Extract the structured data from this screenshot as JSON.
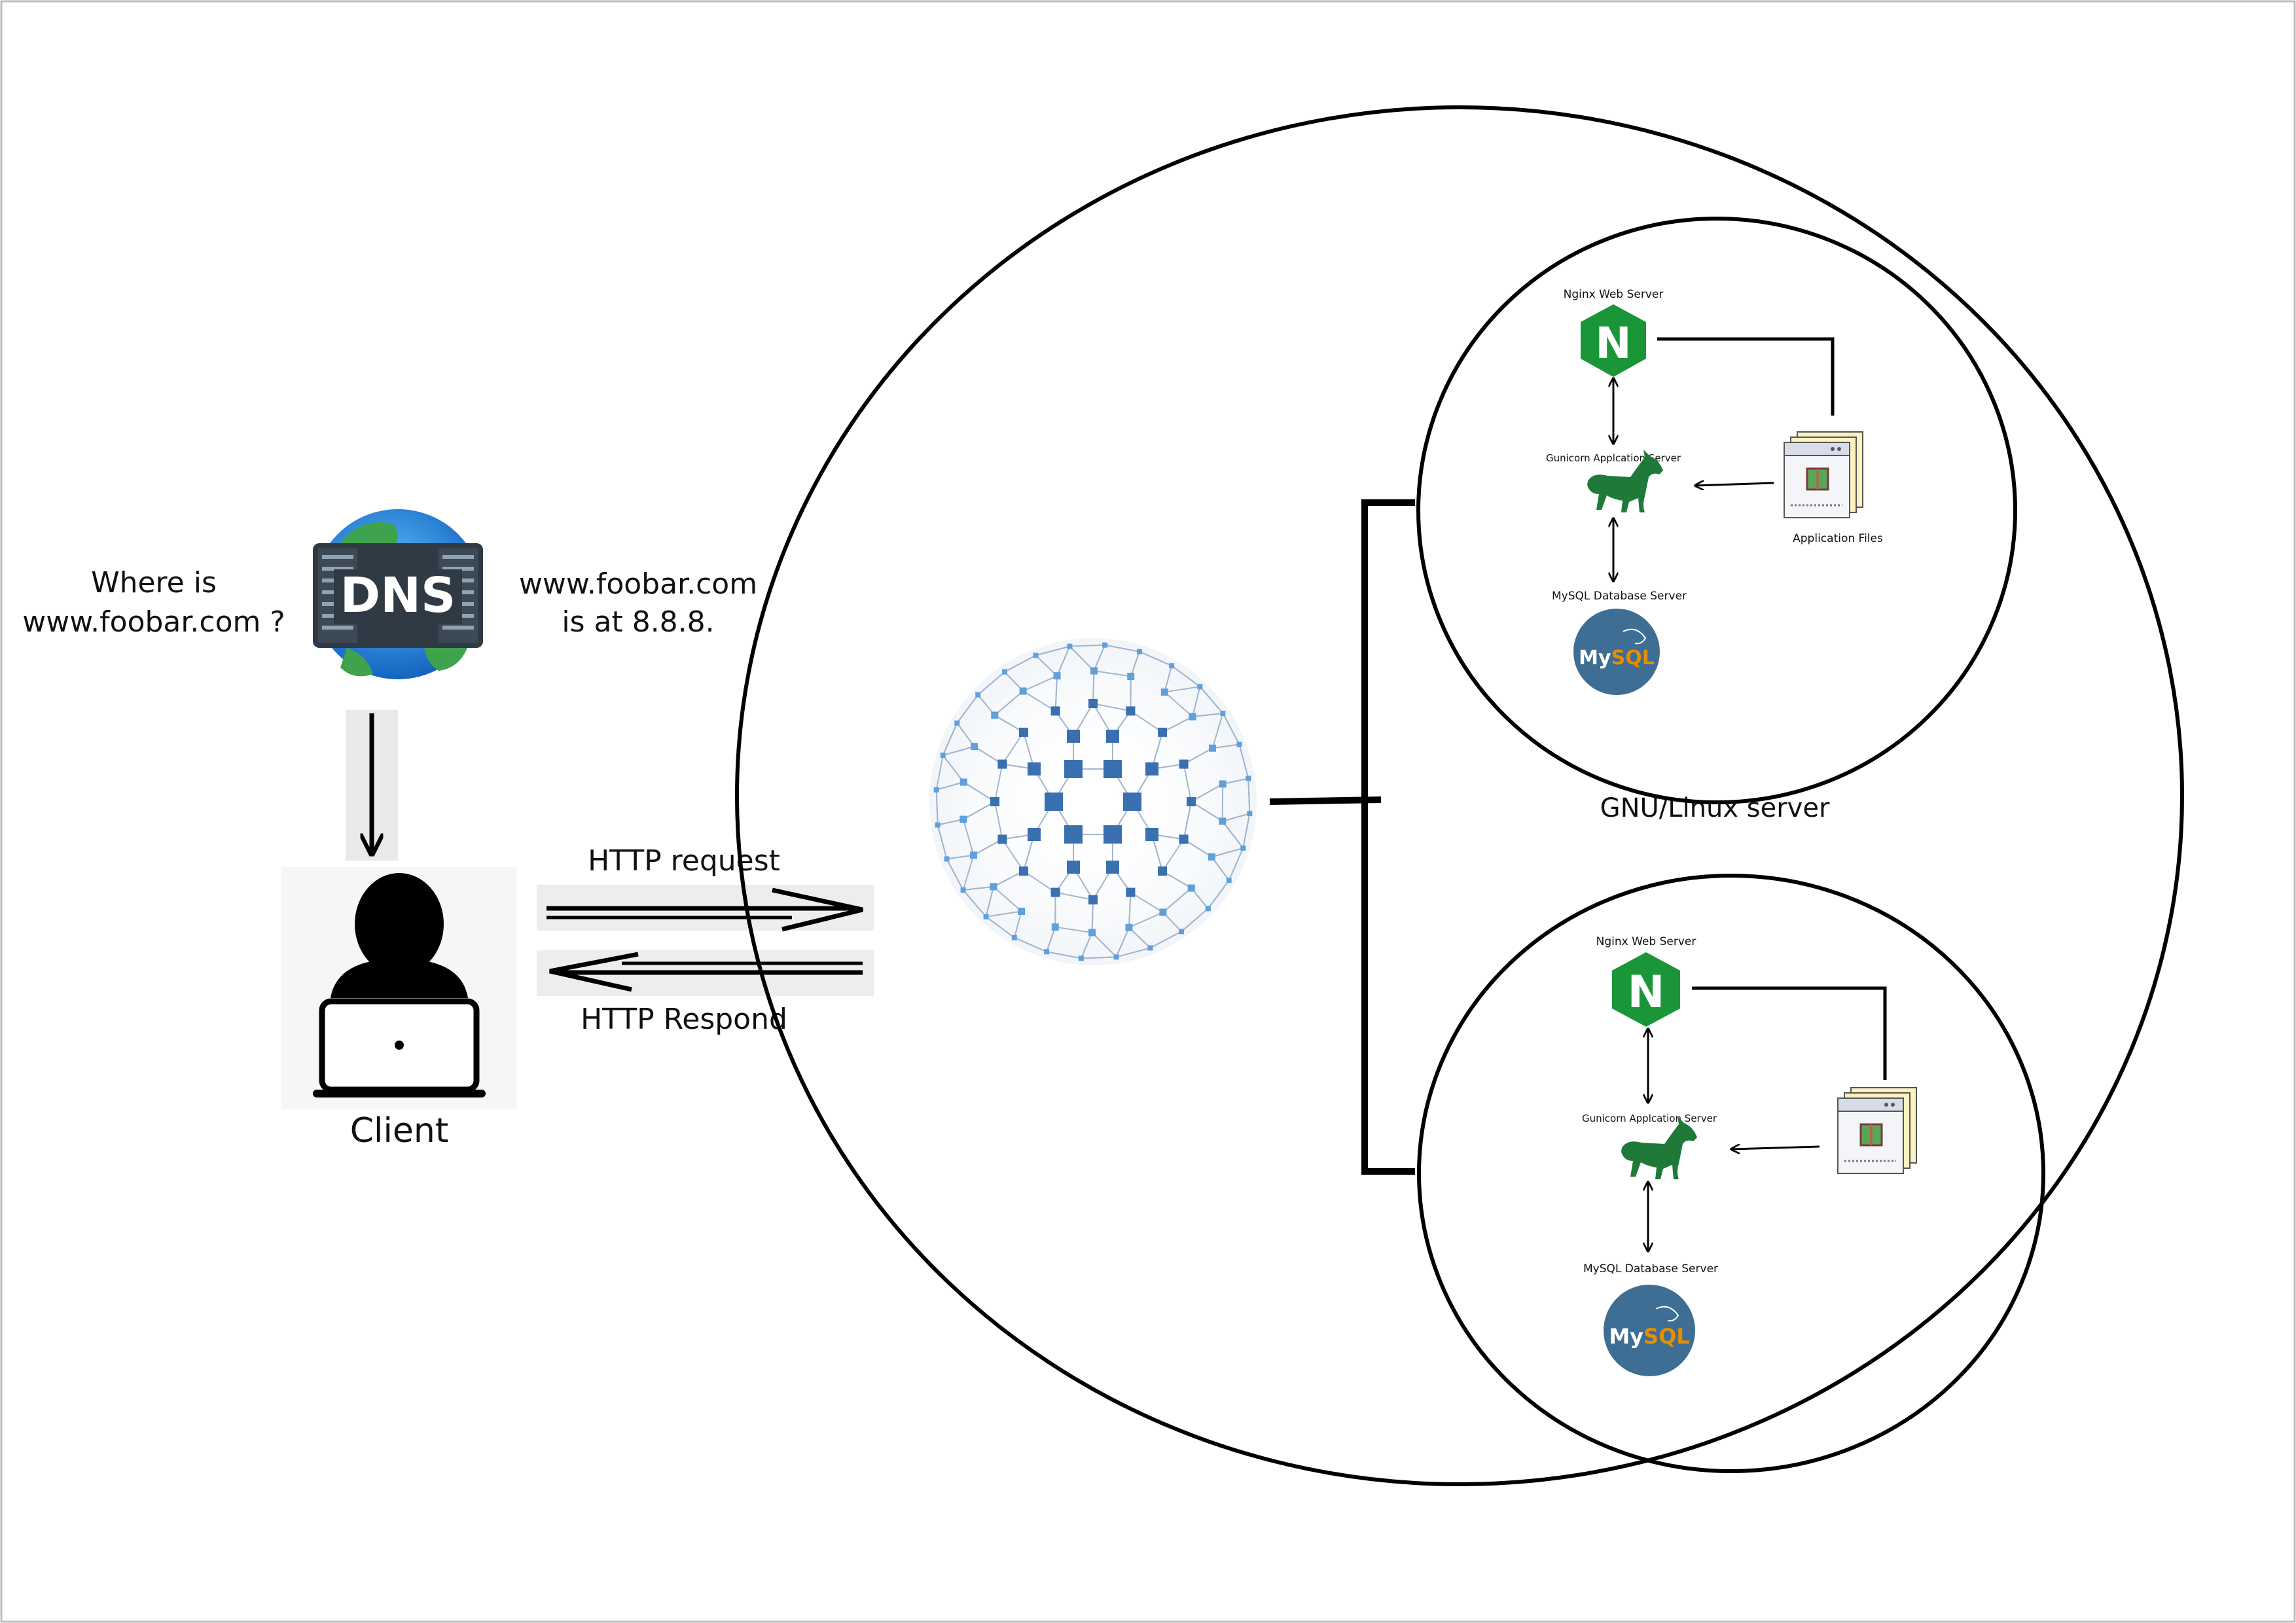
{
  "dns": {
    "question_line1": "Where is",
    "question_line2": "www.foobar.com ?",
    "label": "DNS",
    "answer_line1": "www.foobar.com",
    "answer_line2": "is at 8.8.8."
  },
  "client": {
    "label": "Client"
  },
  "http": {
    "request": "HTTP request",
    "respond": "HTTP Respond"
  },
  "server": {
    "label": "GNU/Linux server"
  },
  "node_top": {
    "nginx_label": "Nginx Web Server",
    "gunicorn_label": "Gunicorn Applcation Server",
    "mysql_label": "MySQL Database Server",
    "files_label": "Application Files"
  },
  "node_bottom": {
    "nginx_label": "Nginx Web Server",
    "gunicorn_label": "Gunicorn Applcation Server",
    "mysql_label": "MySQL Database Server"
  },
  "icons": {
    "nginx_letter": "N",
    "mysql_text_my": "My",
    "mysql_text_sql": "SQL"
  },
  "colors": {
    "nginx_green": "#1a9639",
    "gunicorn_green": "#1f7a3a",
    "mysql_blue": "#3e6e93",
    "mysql_orange": "#e48e00",
    "network_dark": "#3a6fb0",
    "network_light": "#5fa0dc"
  }
}
